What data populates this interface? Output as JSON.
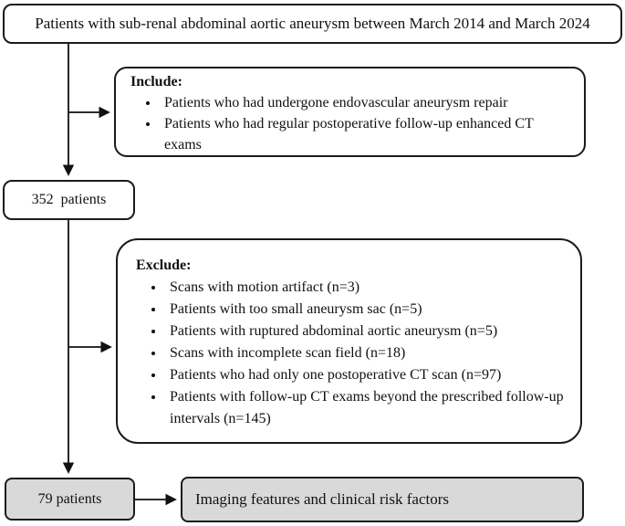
{
  "colors": {
    "border": "#1b1b1b",
    "gray_fill": "#d9d9d9",
    "background": "#ffffff"
  },
  "flowchart": {
    "source_box": {
      "text": "Patients with sub-renal abdominal aortic aneurysm between March 2014 and March 2024"
    },
    "include_box": {
      "header": "Include:",
      "items": [
        "Patients who had undergone endovascular aneurysm repair",
        "Patients who had regular postoperative follow-up enhanced CT exams"
      ]
    },
    "cohort_box": {
      "text": "352  patients"
    },
    "exclude_box": {
      "header": "Exclude:",
      "items": [
        "Scans with motion artifact (n=3)",
        "Patients with too small aneurysm sac (n=5)",
        "Patients with ruptured abdominal aortic aneurysm (n=5)",
        "Scans with incomplete scan field (n=18)",
        "Patients who had only one postoperative CT scan (n=97)",
        "Patients with follow-up CT exams beyond the prescribed follow-up intervals (n=145)"
      ]
    },
    "final_box": {
      "text": "79 patients"
    },
    "outcome_box": {
      "text": "Imaging features and clinical risk factors"
    }
  }
}
